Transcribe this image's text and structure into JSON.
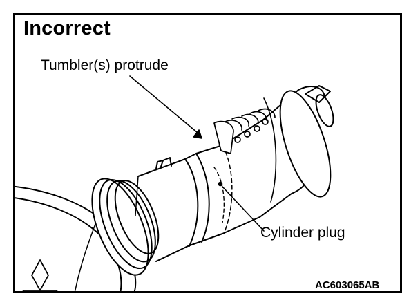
{
  "figure": {
    "title": "Incorrect",
    "callouts": {
      "tumbler": "Tumbler(s) protrude",
      "cylinder_plug": "Cylinder plug"
    },
    "code": "AC603065AB"
  }
}
